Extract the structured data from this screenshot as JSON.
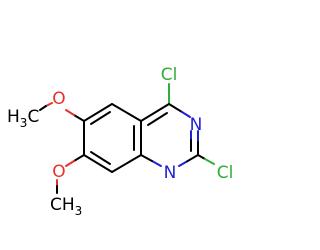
{
  "molecule": {
    "atoms": {
      "cl4": "Cl",
      "n3": "N",
      "cl2": "Cl",
      "n1": "N",
      "o6": "O",
      "o7": "O",
      "me6_main": "H",
      "me6_sub": "3",
      "me6_c": "C",
      "me7": "CH",
      "me7_sub": "3"
    },
    "colors": {
      "carbon": "#000000",
      "nitrogen": "#1f1fd6",
      "oxygen": "#e5322d",
      "chlorine": "#2fae3b"
    }
  }
}
